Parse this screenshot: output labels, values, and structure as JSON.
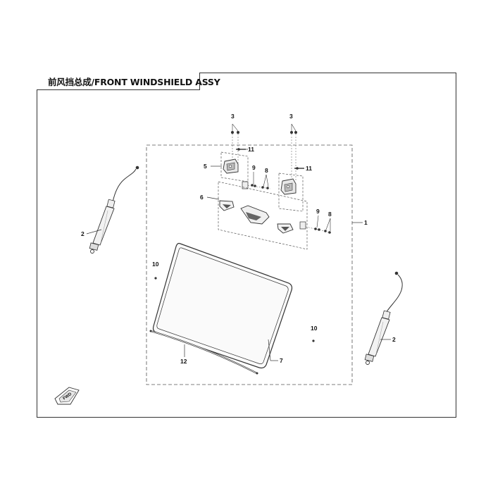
{
  "title": "前风挡总成/FRONT WINDSHIELD ASSY",
  "callouts": {
    "c1": "1",
    "c2_left": "2",
    "c2_right": "2",
    "c3_left": "3",
    "c3_right": "3",
    "c5": "5",
    "c6": "6",
    "c7": "7",
    "c8_upper": "8",
    "c8_lower": "8",
    "c9_upper": "9",
    "c9_lower": "9",
    "c10_left": "10",
    "c10_right": "10",
    "c11_left": "11",
    "c11_right": "11",
    "c12": "12"
  },
  "badge": {
    "label": "FWD"
  }
}
